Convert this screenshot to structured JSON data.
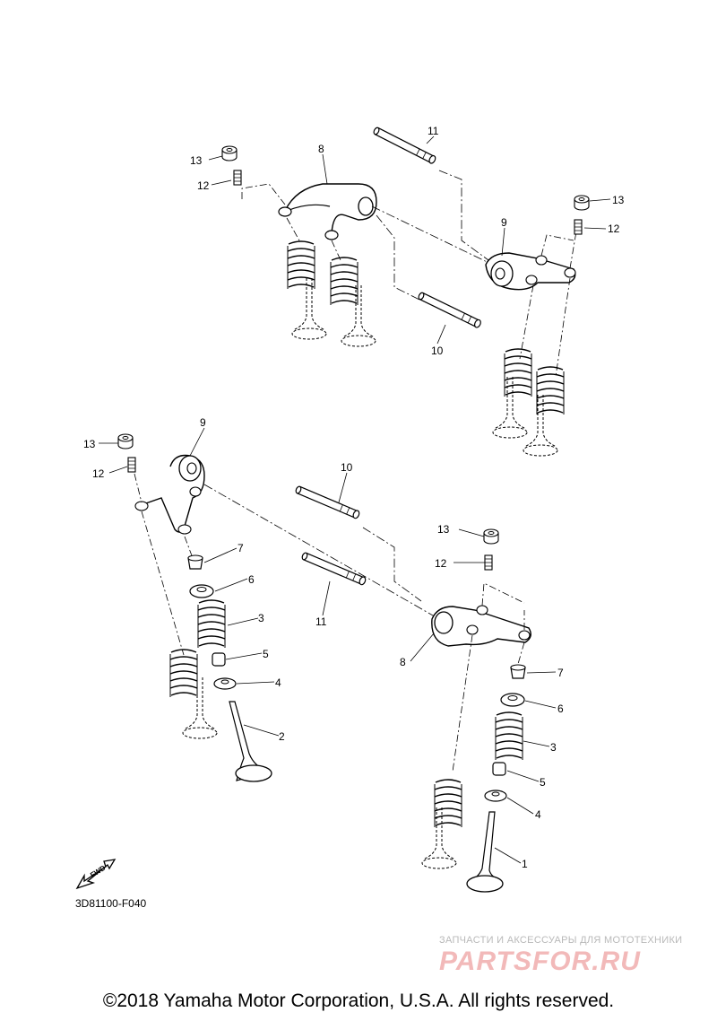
{
  "diagram": {
    "reference_code": "3D81100-F040",
    "fwd_label": "FWD",
    "copyright": "©2018 Yamaha Motor Corporation, U.S.A. All rights reserved.",
    "watermark": {
      "tagline": "ЗАПЧАСТИ И АКСЕССУАРЫ ДЛЯ МОТОТЕХНИКИ",
      "logo": "PARTSFOR.RU"
    },
    "callouts": [
      {
        "id": "c13a",
        "text": "13"
      },
      {
        "id": "c12a",
        "text": "12"
      },
      {
        "id": "c8a",
        "text": "8"
      },
      {
        "id": "c11a",
        "text": "11"
      },
      {
        "id": "c13b",
        "text": "13"
      },
      {
        "id": "c12b",
        "text": "12"
      },
      {
        "id": "c9a",
        "text": "9"
      },
      {
        "id": "c10a",
        "text": "10"
      },
      {
        "id": "c9b",
        "text": "9"
      },
      {
        "id": "c13c",
        "text": "13"
      },
      {
        "id": "c12c",
        "text": "12"
      },
      {
        "id": "c10b",
        "text": "10"
      },
      {
        "id": "c7a",
        "text": "7"
      },
      {
        "id": "c6a",
        "text": "6"
      },
      {
        "id": "c3a",
        "text": "3"
      },
      {
        "id": "c5a",
        "text": "5"
      },
      {
        "id": "c4a",
        "text": "4"
      },
      {
        "id": "c2",
        "text": "2"
      },
      {
        "id": "c11b",
        "text": "11"
      },
      {
        "id": "c13d",
        "text": "13"
      },
      {
        "id": "c12d",
        "text": "12"
      },
      {
        "id": "c8b",
        "text": "8"
      },
      {
        "id": "c7b",
        "text": "7"
      },
      {
        "id": "c6b",
        "text": "6"
      },
      {
        "id": "c3b",
        "text": "3"
      },
      {
        "id": "c5b",
        "text": "5"
      },
      {
        "id": "c4b",
        "text": "4"
      },
      {
        "id": "c1",
        "text": "1"
      }
    ]
  }
}
